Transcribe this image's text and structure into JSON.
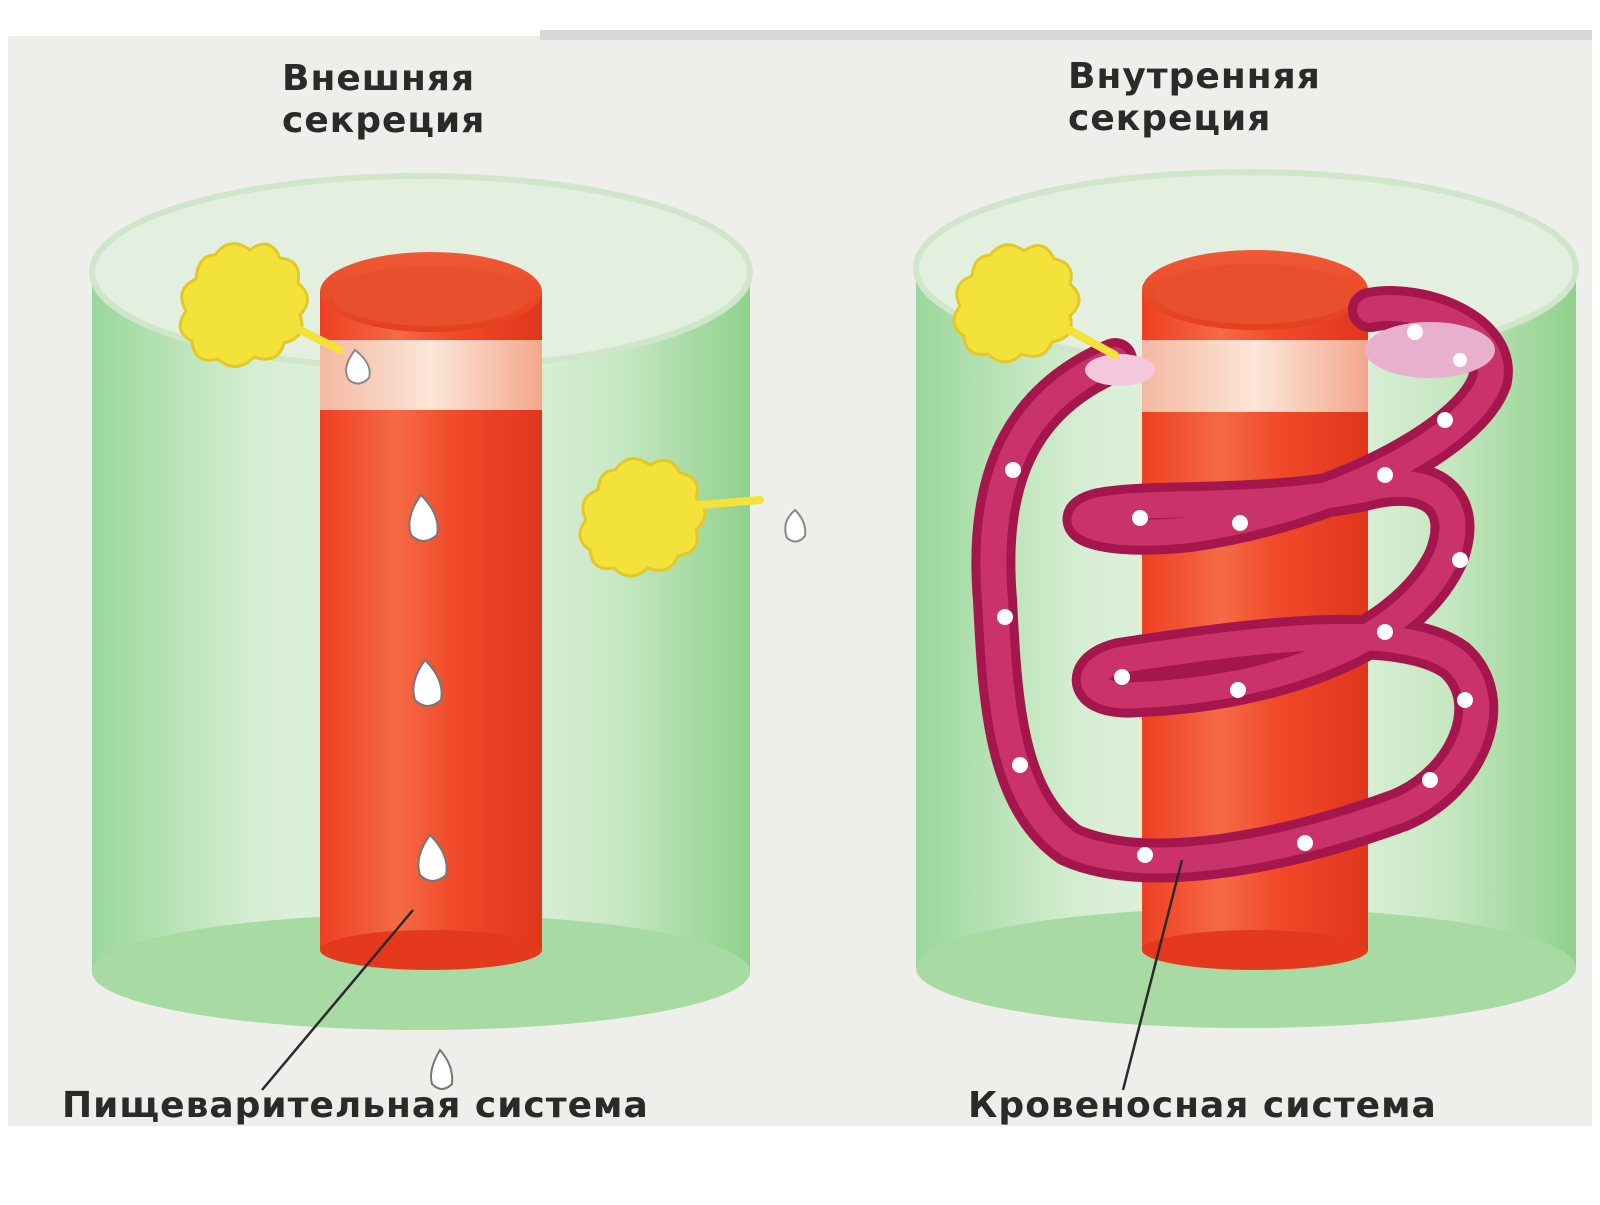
{
  "panels": {
    "left": {
      "title_line1": "Внешняя",
      "title_line2": "секреция",
      "caption": "Пищеварительная система"
    },
    "right": {
      "title_line1": "Внутренняя",
      "title_line2": "секреция",
      "caption": "Кровеносная система"
    }
  },
  "colors": {
    "frame_bg": "#eeeeea",
    "tissue_green": "#8fd28c",
    "tube_red": "#f0472a",
    "gland_yellow": "#f3e23a",
    "vessel_magenta": "#b8245a"
  }
}
